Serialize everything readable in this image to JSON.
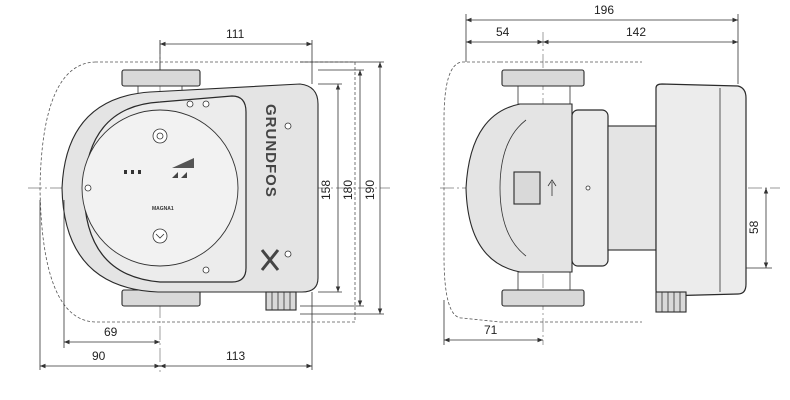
{
  "dimensions": {
    "front": {
      "top_width": "111",
      "height_158": "158",
      "height_180": "180",
      "height_190": "190",
      "bottom_69": "69",
      "bottom_90": "90",
      "bottom_113": "113"
    },
    "side": {
      "total_width": "196",
      "left_54": "54",
      "right_142": "142",
      "height_58": "58",
      "bottom_71": "71"
    }
  },
  "labels": {
    "brand_logo": "GRUNDFOS",
    "model": "MAGNA1"
  }
}
